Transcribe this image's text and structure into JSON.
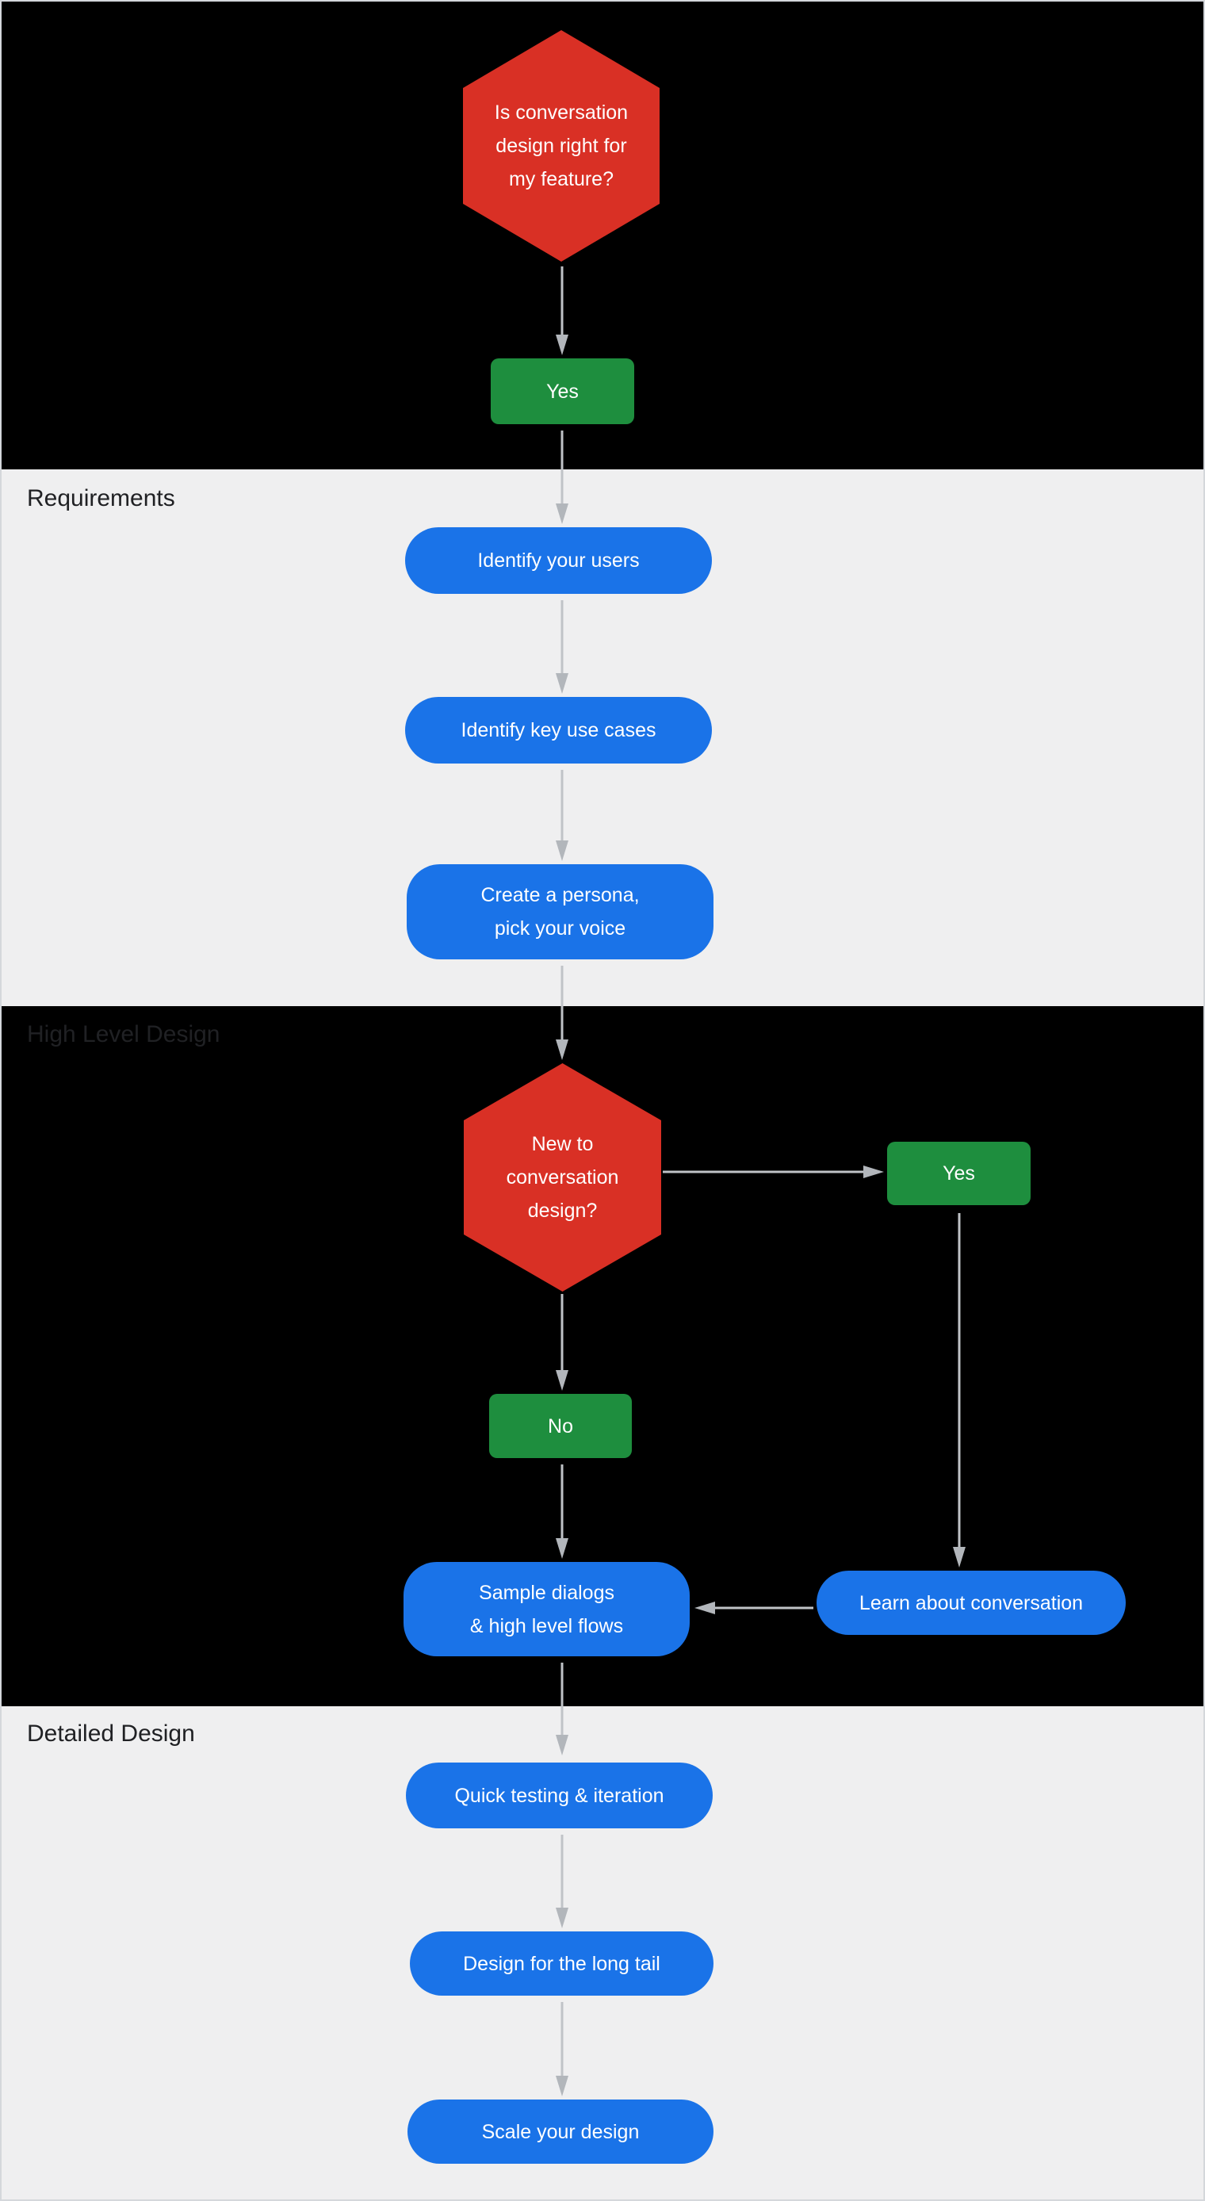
{
  "colors": {
    "background_dark": "#000000",
    "background_light": "#EFEFF0",
    "decision_red": "#D93025",
    "answer_green": "#1E8E3E",
    "step_blue": "#1A73E8",
    "arrow_line_gray": "#C0C3C7",
    "arrow_head_gray": "#B2B6BB",
    "section_label_gray": "#202124",
    "node_text": "#FFFFFF"
  },
  "sections": {
    "requirements": {
      "label": "Requirements"
    },
    "high_level_design": {
      "label": "High Level Design"
    },
    "detailed_design": {
      "label": "Detailed Design"
    }
  },
  "nodes": {
    "is_cd_right": {
      "type": "decision",
      "label": "Is conversation\ndesign right for\nmy feature?"
    },
    "yes_top": {
      "type": "answer",
      "label": "Yes"
    },
    "identify_users": {
      "type": "step",
      "label": "Identify your users"
    },
    "identify_use_cases": {
      "type": "step",
      "label": "Identify key use cases"
    },
    "create_persona": {
      "type": "step",
      "label": "Create a persona,\npick your voice"
    },
    "new_to_cd": {
      "type": "decision",
      "label": "New to\nconversation\ndesign?"
    },
    "yes_right": {
      "type": "answer",
      "label": "Yes"
    },
    "no_mid": {
      "type": "answer",
      "label": "No"
    },
    "sample_dialogs": {
      "type": "step",
      "label": "Sample dialogs\n& high level flows"
    },
    "learn_conversation": {
      "type": "step",
      "label": "Learn about conversation"
    },
    "quick_testing": {
      "type": "step",
      "label": "Quick testing & iteration"
    },
    "long_tail": {
      "type": "step",
      "label": "Design for the long tail"
    },
    "scale_design": {
      "type": "step",
      "label": "Scale your design"
    }
  }
}
